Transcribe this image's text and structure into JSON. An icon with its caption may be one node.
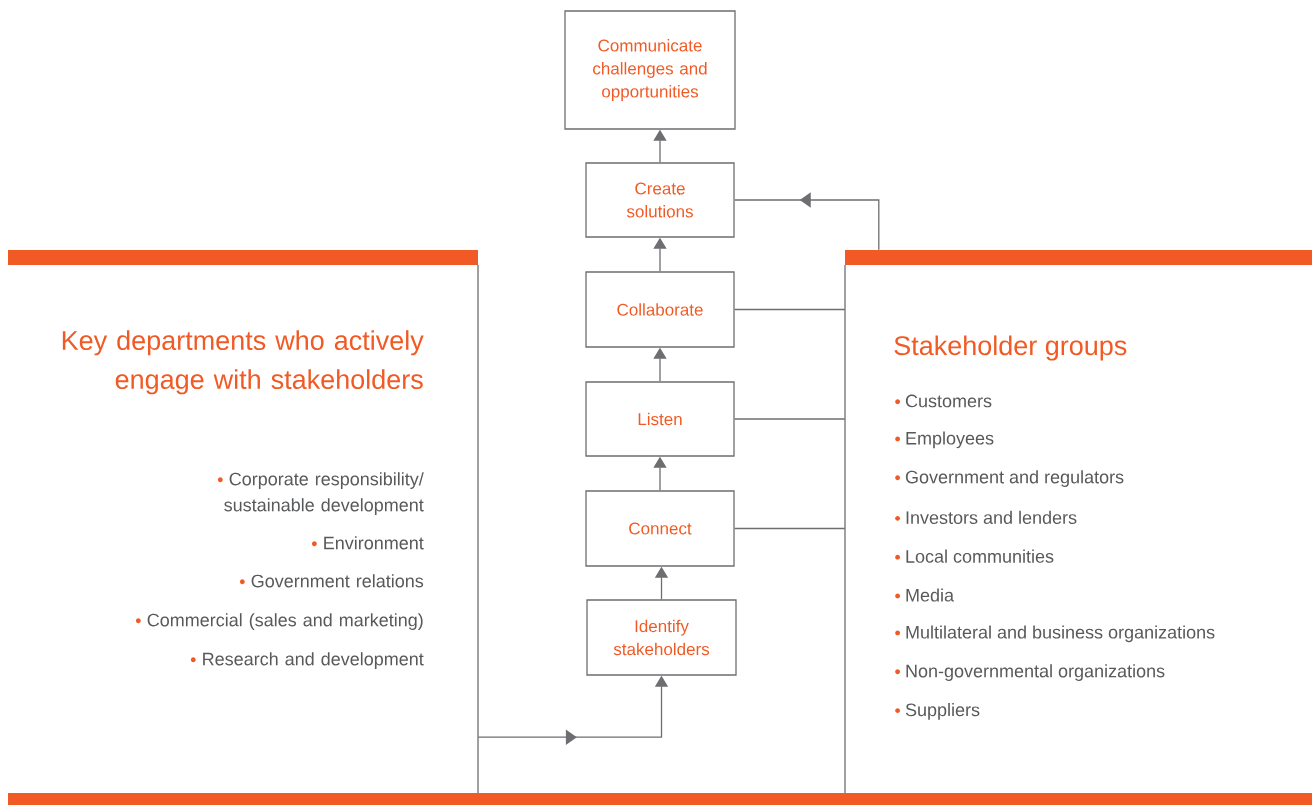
{
  "diagram": {
    "nodes": [
      {
        "text": [
          "Communicate challenges and opportunities"
        ]
      },
      {
        "text": [
          "Create solutions"
        ]
      },
      {
        "text": [
          "Collaborate"
        ]
      },
      {
        "text": [
          "Listen"
        ]
      },
      {
        "text": [
          "Connect"
        ]
      },
      {
        "text": [
          "Identify stakeholders"
        ]
      },
      {
        "text": [
          "Key departments who actively engage with stakeholders",
          "Corporate responsibility/ sustainable development",
          "Environment",
          "Government relations",
          "Commercial (sales and marketing)",
          "Research and development"
        ]
      },
      {
        "text": [
          "Stakeholder groups",
          "Customers",
          "Employees",
          "Government and regulators",
          "Investors and lenders",
          "Local communities",
          "Media",
          "Multilateral and business organizations",
          "Non-governmental organizations",
          "Suppliers"
        ]
      }
    ],
    "edges": [
      {
        "from": 1,
        "to": 0,
        "arrow": "to"
      },
      {
        "from": 2,
        "to": 1,
        "arrow": "to"
      },
      {
        "from": 3,
        "to": 2,
        "arrow": "to"
      },
      {
        "from": 4,
        "to": 3,
        "arrow": "to"
      },
      {
        "from": 5,
        "to": 4,
        "arrow": "to"
      },
      {
        "from": 6,
        "to": 5,
        "arrow": "to"
      },
      {
        "from": 7,
        "to": 1,
        "arrow": "to"
      },
      {
        "from": 2,
        "to": 7,
        "arrow": "none"
      },
      {
        "from": 3,
        "to": 7,
        "arrow": "none"
      },
      {
        "from": 4,
        "to": 7,
        "arrow": "none"
      }
    ]
  }
}
